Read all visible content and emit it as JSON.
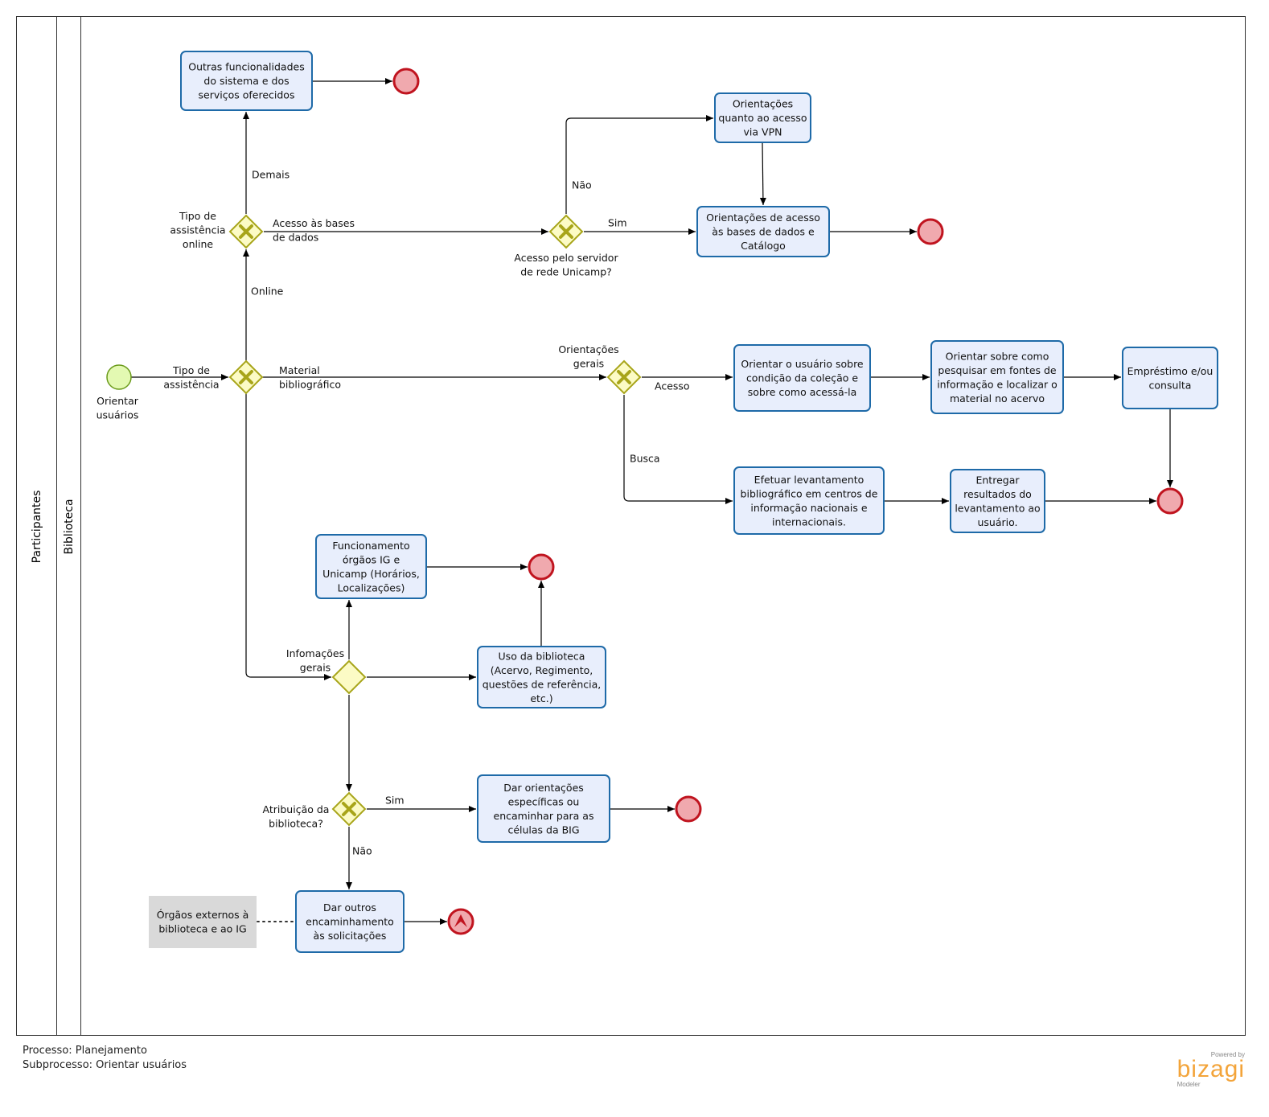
{
  "pool": {
    "label": "Participantes"
  },
  "lane": {
    "label": "Biblioteca"
  },
  "start_event": {
    "label": "Orientar\nusuários"
  },
  "tasks": [
    {
      "id": "t_outras",
      "text": "Outras funcionalidades\ndo sistema e dos\nserviços oferecidos"
    },
    {
      "id": "t_vpn",
      "text": "Orientações\nquanto ao acesso\nvia VPN"
    },
    {
      "id": "t_bases",
      "text": "Orientações de acesso\nàs bases de dados e\nCatálogo"
    },
    {
      "id": "t_colecao",
      "text": "Orientar o usuário sobre\ncondição da coleção e\nsobre como acessá-la"
    },
    {
      "id": "t_pesquisar",
      "text": "Orientar sobre como\npesquisar em fontes de\ninformação e localizar o\nmaterial no acervo"
    },
    {
      "id": "t_emprestimo",
      "text": "Empréstimo e/ou\nconsulta"
    },
    {
      "id": "t_levantamento",
      "text": "Efetuar levantamento\nbibliográfico em centros de\ninformação nacionais e\ninternacionais."
    },
    {
      "id": "t_entregar",
      "text": "Entregar\nresultados do\nlevantamento ao\nusuário."
    },
    {
      "id": "t_funcionamento",
      "text": "Funcionamento\nórgãos IG e\nUnicamp (Horários,\nLocalizações)"
    },
    {
      "id": "t_uso",
      "text": "Uso da biblioteca\n(Acervo, Regimento,\nquestões de referência,\netc.)"
    },
    {
      "id": "t_especificas",
      "text": "Dar orientações\nespecíficas ou\nencaminhar para as\ncélulas da BIG"
    },
    {
      "id": "t_outros",
      "text": "Dar outros\nencaminhamento\nàs solicitações"
    }
  ],
  "gateways": [
    {
      "id": "g_online",
      "label": "Tipo de\nassistência\nonline"
    },
    {
      "id": "g_tipo",
      "label": "Tipo de\nassistência"
    },
    {
      "id": "g_servidor",
      "label": "Acesso pelo servidor\nde rede Unicamp?"
    },
    {
      "id": "g_orient",
      "label": "Orientações\ngerais"
    },
    {
      "id": "g_info",
      "label": "Infomações\ngerais"
    },
    {
      "id": "g_atrib",
      "label": "Atribuição da\nbiblioteca?"
    }
  ],
  "flow_labels": [
    {
      "id": "f_demais",
      "text": "Demais"
    },
    {
      "id": "f_acesso_bases",
      "text": "Acesso às bases\nde dados"
    },
    {
      "id": "f_online",
      "text": "Online"
    },
    {
      "id": "f_nao1",
      "text": "Não"
    },
    {
      "id": "f_sim1",
      "text": "Sim"
    },
    {
      "id": "f_material",
      "text": "Material\nbibliográfico"
    },
    {
      "id": "f_acesso",
      "text": "Acesso"
    },
    {
      "id": "f_busca",
      "text": "Busca"
    },
    {
      "id": "f_sim2",
      "text": "Sim"
    },
    {
      "id": "f_nao2",
      "text": "Não"
    }
  ],
  "artifact": {
    "text": "Órgãos externos à\nbiblioteca e ao IG"
  },
  "footer": {
    "process": "Processo: Planejamento",
    "subprocess": "Subprocesso: Orientar usuários"
  },
  "brand": {
    "powered": "Powered by",
    "name": "bizagi",
    "modeler": "Modeler"
  },
  "colors": {
    "task_fill": "#e8eefc",
    "task_stroke": "#1e6aa8",
    "gateway_fill": "#fcfbc5",
    "gateway_stroke": "#a8a51a",
    "gateway_mark": "#a8a51a",
    "end_fill": "#f0a9ae",
    "end_stroke": "#c0141f",
    "start_fill": "#e3f9b2",
    "start_stroke": "#6a9a1a",
    "artifact_fill": "#d9d9d9"
  }
}
